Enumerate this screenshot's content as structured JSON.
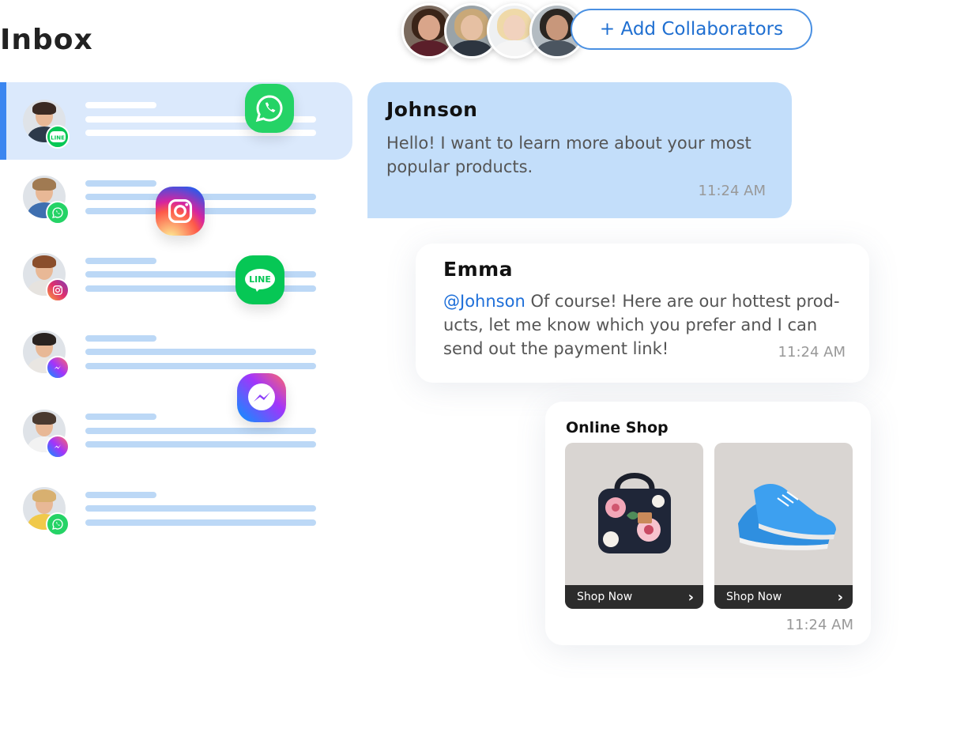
{
  "inbox": {
    "title": "Inbox"
  },
  "collaborators": {
    "add_label": "+ Add Collaborators"
  },
  "conversations": [
    {
      "channel": "line",
      "active": true
    },
    {
      "channel": "whatsapp"
    },
    {
      "channel": "instagram"
    },
    {
      "channel": "messenger"
    },
    {
      "channel": "messenger"
    },
    {
      "channel": "whatsapp"
    }
  ],
  "floating_icons": [
    "whatsapp-icon",
    "instagram-icon",
    "line-icon",
    "messenger-icon"
  ],
  "chat": {
    "johnson": {
      "name": "Johnson",
      "message": "Hello! I want to learn more about your most popular products.",
      "time": "11:24 AM"
    },
    "emma": {
      "name": "Emma",
      "mention": "@Johnson",
      "line1_rest": " Of course! Here are our hottest prod-",
      "line2": "ucts, let me know which you prefer and I can",
      "line3": "send out the payment link!",
      "time": "11:24 AM"
    },
    "shop": {
      "title": "Online Shop",
      "products": [
        {
          "name": "floral-bag",
          "button": "Shop Now"
        },
        {
          "name": "blue-sneakers",
          "button": "Shop Now"
        }
      ],
      "time": "11:24 AM"
    }
  },
  "colors": {
    "accent": "#3b86f0",
    "active_row": "#dbe9fc",
    "bubble": "#c3defa",
    "whatsapp": "#25d366",
    "line": "#06c755"
  }
}
